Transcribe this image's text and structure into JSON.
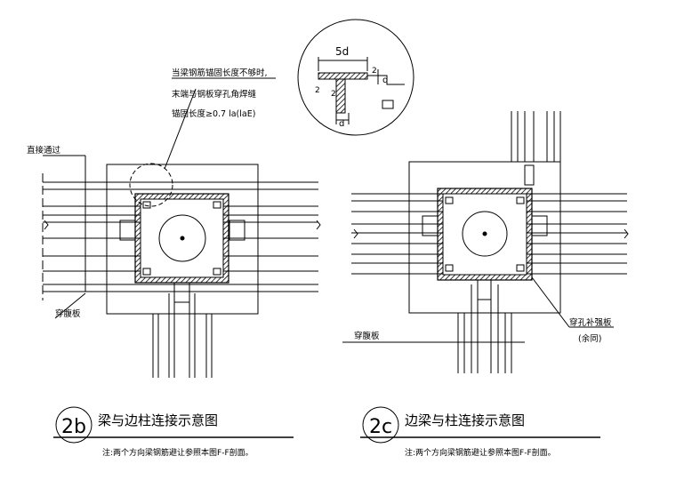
{
  "detail_callout": {
    "dim_top": "5d",
    "dim_d1": "d",
    "dim_d2": "d",
    "mark_a": "2",
    "mark_b": "2",
    "mark_c": "2"
  },
  "annotations": {
    "anchor_line1": "当梁钢筋锚固长度不够时,",
    "anchor_line2": "末端与钢板穿孔角焊缝",
    "anchor_line3": "锚固长度≥0.7    la(laE)",
    "straight_through": "直接通过",
    "through_plate_left": "穿腹板",
    "through_plate_right": "穿腹板",
    "hole_plate": "穿孔补强板",
    "hole_plate_note": "(余同)"
  },
  "detail_2b": {
    "number": "2b",
    "title": "梁与边柱连接示意图",
    "note": "注:两个方向梁钢筋避让参照本图F-F剖面。"
  },
  "detail_2c": {
    "number": "2c",
    "title": "边梁与柱连接示意图",
    "note": "注:两个方向梁钢筋避让参照本图F-F剖面。"
  }
}
